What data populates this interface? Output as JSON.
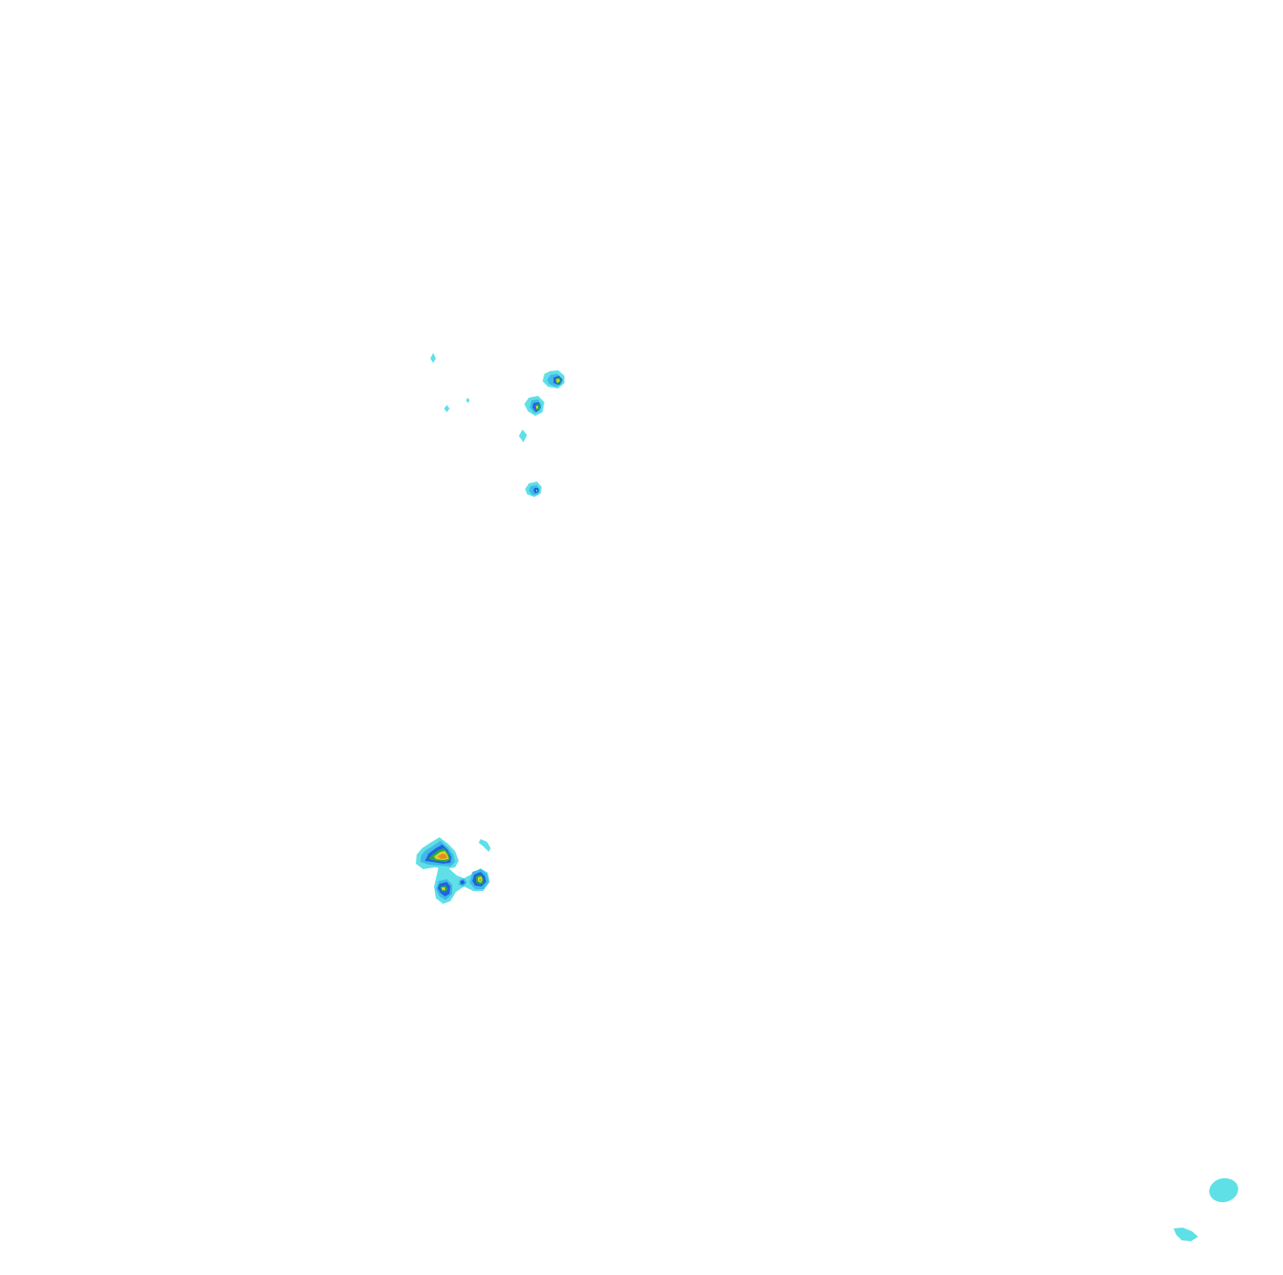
{
  "map": {
    "palette": {
      "background": "#ffffff",
      "level_1": "#5ee0e6",
      "level_2": "#40b8e8",
      "level_3": "#1f63e0",
      "level_4": "#2aa84a",
      "level_5": "#d8d030",
      "level_6": "#e88a1c"
    },
    "contour_levels": [
      "level_1",
      "level_2",
      "level_3",
      "level_4",
      "level_5",
      "level_6"
    ]
  }
}
